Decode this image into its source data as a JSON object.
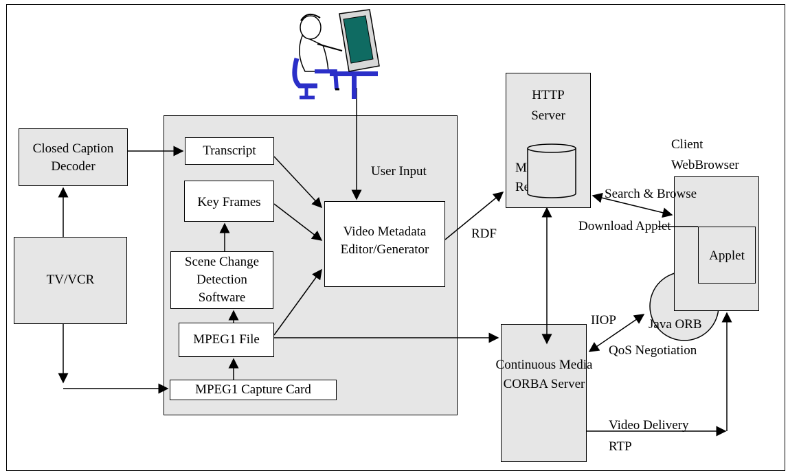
{
  "diagram": {
    "closed_caption_decoder": "Closed Caption Decoder",
    "tv_vcr": "TV/VCR",
    "transcript": "Transcript",
    "key_frames": "Key Frames",
    "scene_change": "Scene Change Detection Software",
    "mpeg1_file": "MPEG1 File",
    "capture_card": "MPEG1 Capture Card",
    "user_input": "User Input",
    "video_metadata_editor": "Video Metadata Editor/Generator",
    "http_server": "HTTP Server",
    "metadata_repository": "Metadata Repository",
    "rdf": "RDF",
    "client_webbrowser": "Client WebBrowser",
    "applet": "Applet",
    "java_orb": "Java ORB",
    "search_browse": "Search & Browse",
    "download_applet": "Download Applet",
    "iiop": "IIOP",
    "qos": "QoS Negotiation",
    "corba_server": "Continuous Media CORBA Server",
    "video_delivery": "Video Delivery",
    "rtp": "RTP"
  },
  "colors": {
    "box_fill": "#e6e6e6",
    "screen": "#0f6b62",
    "figure_blue": "#2b2fc8"
  },
  "icons": [
    "user-at-computer-icon"
  ]
}
